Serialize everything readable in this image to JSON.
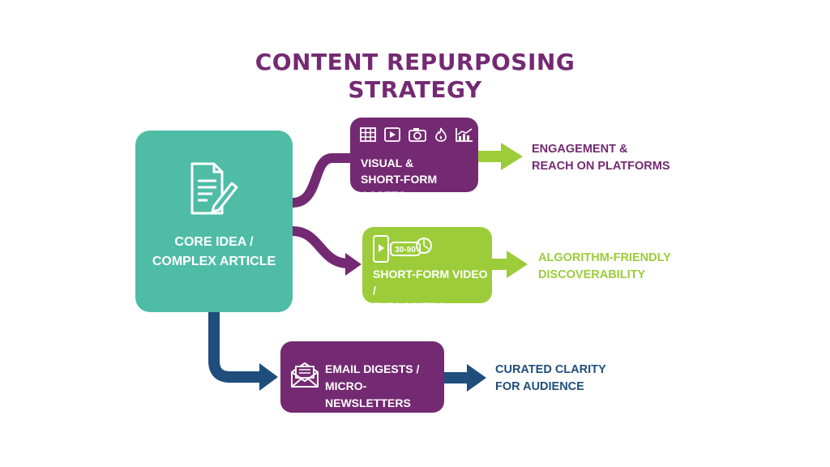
{
  "title": {
    "line1": "CONTENT REPURPOSING",
    "line2": "STRATEGY"
  },
  "colors": {
    "teal": "#4fbca6",
    "purple": "#742a72",
    "green": "#9ccc3a",
    "navy": "#1f4e7c"
  },
  "core": {
    "icon": "document-pencil-icon",
    "line1": "CORE IDEA /",
    "line2": "COMPLEX ARTICLE"
  },
  "branches": [
    {
      "id": "visual",
      "icons": [
        "grid-icon",
        "play-video-icon",
        "camera-icon",
        "flame-icon",
        "bar-chart-trend-icon"
      ],
      "line1": "VISUAL &",
      "line2": "SHORT-FORM ASSETS",
      "outcome_line1": "ENGAGEMENT &",
      "outcome_line2": "REACH ON PLATFORMS"
    },
    {
      "id": "video",
      "icons": [
        "phone-play-icon",
        "timer-icon"
      ],
      "duration_label": "30-90",
      "line1": "SHORT-FORM VIDEO /",
      "line2": "EXPLAINERS",
      "outcome_line1": "ALGORITHM-FRIENDLY",
      "outcome_line2": "DISCOVERABILITY"
    },
    {
      "id": "email",
      "icons": [
        "open-envelope-icon"
      ],
      "line1": "EMAIL DIGESTS /",
      "line2": "MICRO-NEWSLETTERS",
      "outcome_line1": "CURATED CLARITY",
      "outcome_line2": "FOR AUDIENCE"
    }
  ]
}
